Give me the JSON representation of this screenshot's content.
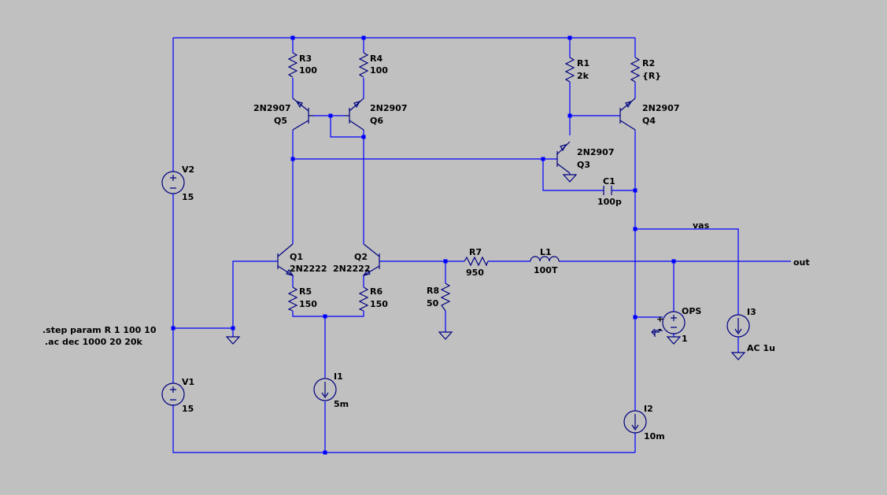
{
  "colors": {
    "background": "#c0c0c0",
    "wire": "#0000ff",
    "symbol": "#000080",
    "text": "#000000"
  },
  "directives": {
    "step": ".step param R 1 100 10",
    "ac": ".ac dec 1000 20 20k"
  },
  "components": {
    "R1": {
      "name": "R1",
      "value": "2k"
    },
    "R2": {
      "name": "R2",
      "value": "{R}"
    },
    "R3": {
      "name": "R3",
      "value": "100"
    },
    "R4": {
      "name": "R4",
      "value": "100"
    },
    "R5": {
      "name": "R5",
      "value": "150"
    },
    "R6": {
      "name": "R6",
      "value": "150"
    },
    "R7": {
      "name": "R7",
      "value": "950"
    },
    "R8": {
      "name": "R8",
      "value": "50"
    },
    "L1": {
      "name": "L1",
      "value": "100T"
    },
    "C1": {
      "name": "C1",
      "value": "100p"
    },
    "Q1": {
      "name": "Q1",
      "model": "2N2222"
    },
    "Q2": {
      "name": "Q2",
      "model": "2N2222"
    },
    "Q3": {
      "name": "Q3",
      "model": "2N2907"
    },
    "Q4": {
      "name": "Q4",
      "model": "2N2907"
    },
    "Q5": {
      "name": "Q5",
      "model": "2N2907"
    },
    "Q6": {
      "name": "Q6",
      "model": "2N2907"
    },
    "V1": {
      "name": "V1",
      "value": "15"
    },
    "V2": {
      "name": "V2",
      "value": "15"
    },
    "I1": {
      "name": "I1",
      "value": "5m"
    },
    "I2": {
      "name": "I2",
      "value": "10m"
    },
    "I3": {
      "name": "I3",
      "value": "AC 1u"
    },
    "OPS": {
      "name": "OPS",
      "value": "1",
      "plus": "+",
      "minus": "-"
    }
  },
  "nets": {
    "vas": "vas",
    "out": "out"
  }
}
